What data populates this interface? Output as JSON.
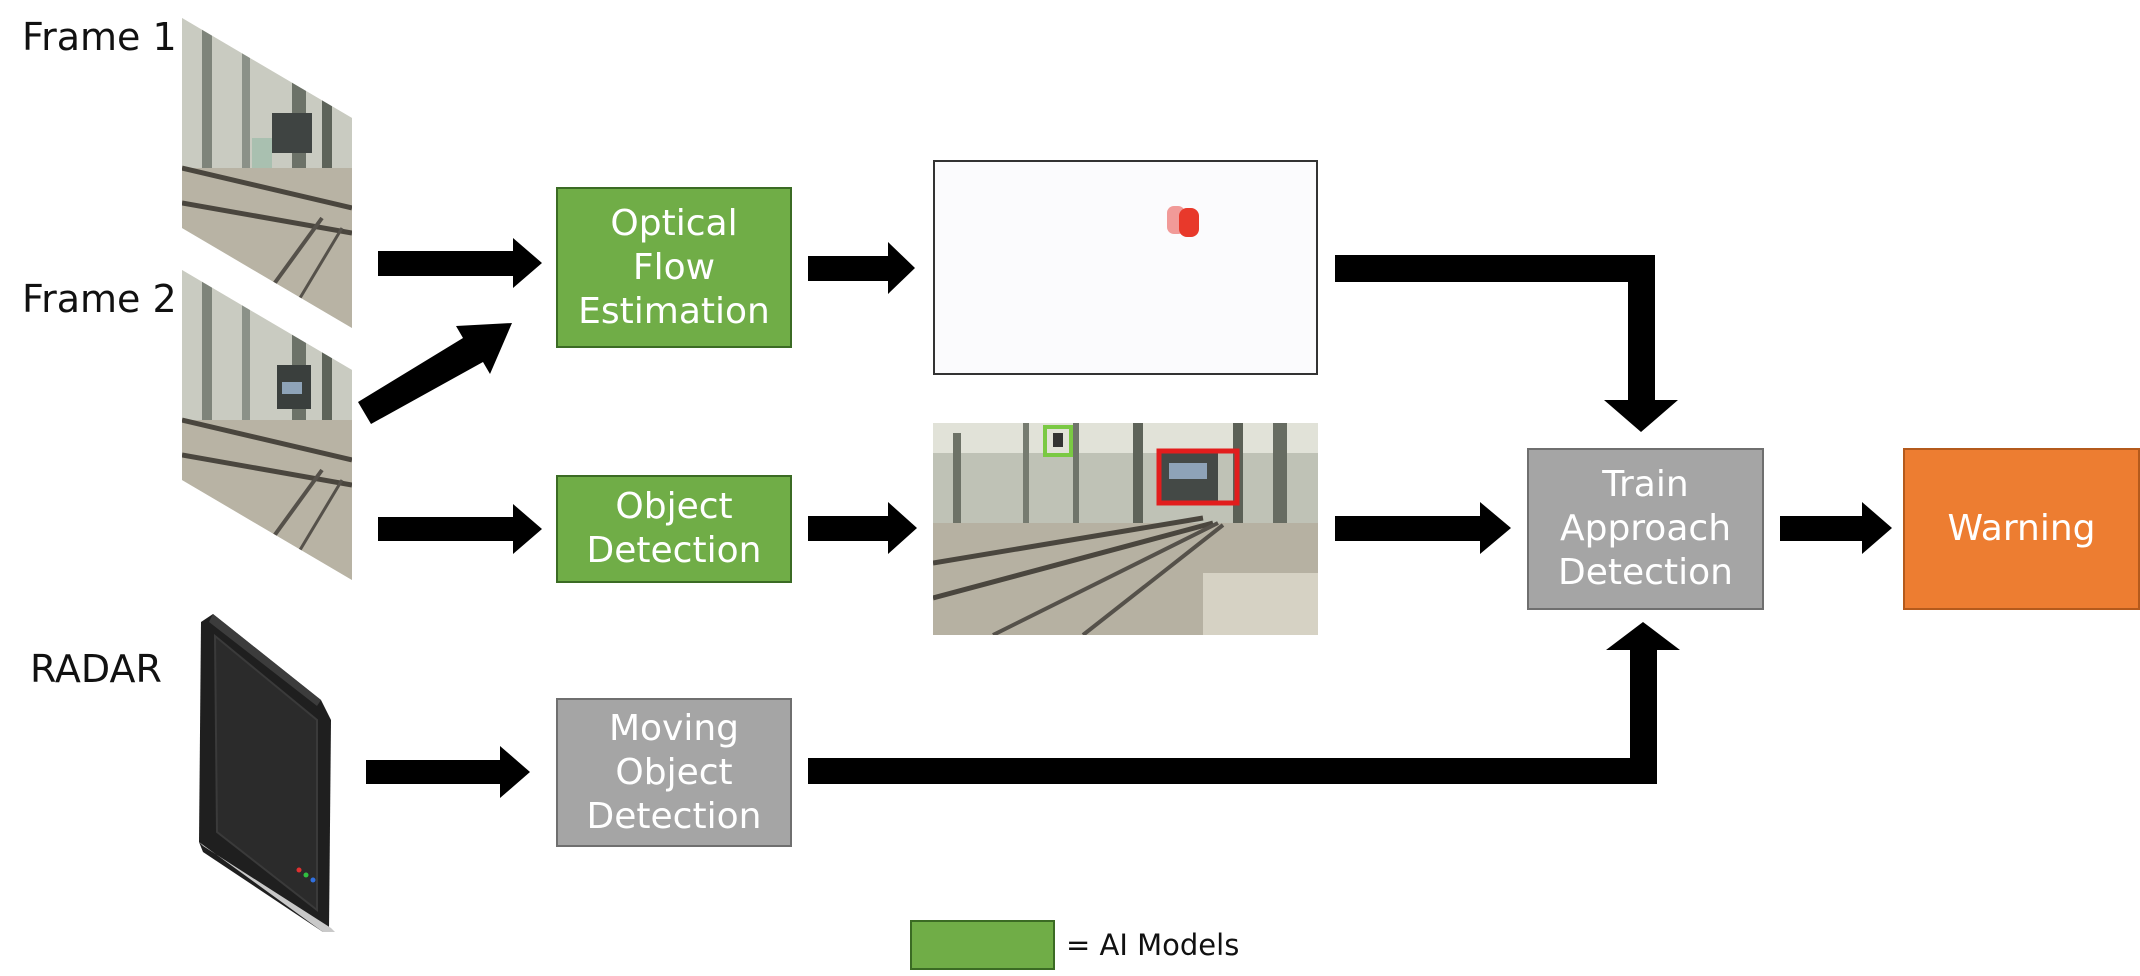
{
  "labels": {
    "frame1": "Frame 1",
    "frame2": "Frame 2",
    "radar": "RADAR"
  },
  "boxes": {
    "optical_flow": [
      "Optical",
      "Flow",
      "Estimation"
    ],
    "object_detection": [
      "Object",
      "Detection"
    ],
    "moving_object_detection": [
      "Moving",
      "Object",
      "Detection"
    ],
    "train_approach": [
      "Train",
      "Approach",
      "Detection"
    ],
    "warning": [
      "Warning"
    ]
  },
  "legend": {
    "text": "= AI Models"
  },
  "colors": {
    "ai_model": "#70ad47",
    "non_ai": "#a5a5a5",
    "warning": "#ed7d31",
    "arrow": "#000000"
  }
}
